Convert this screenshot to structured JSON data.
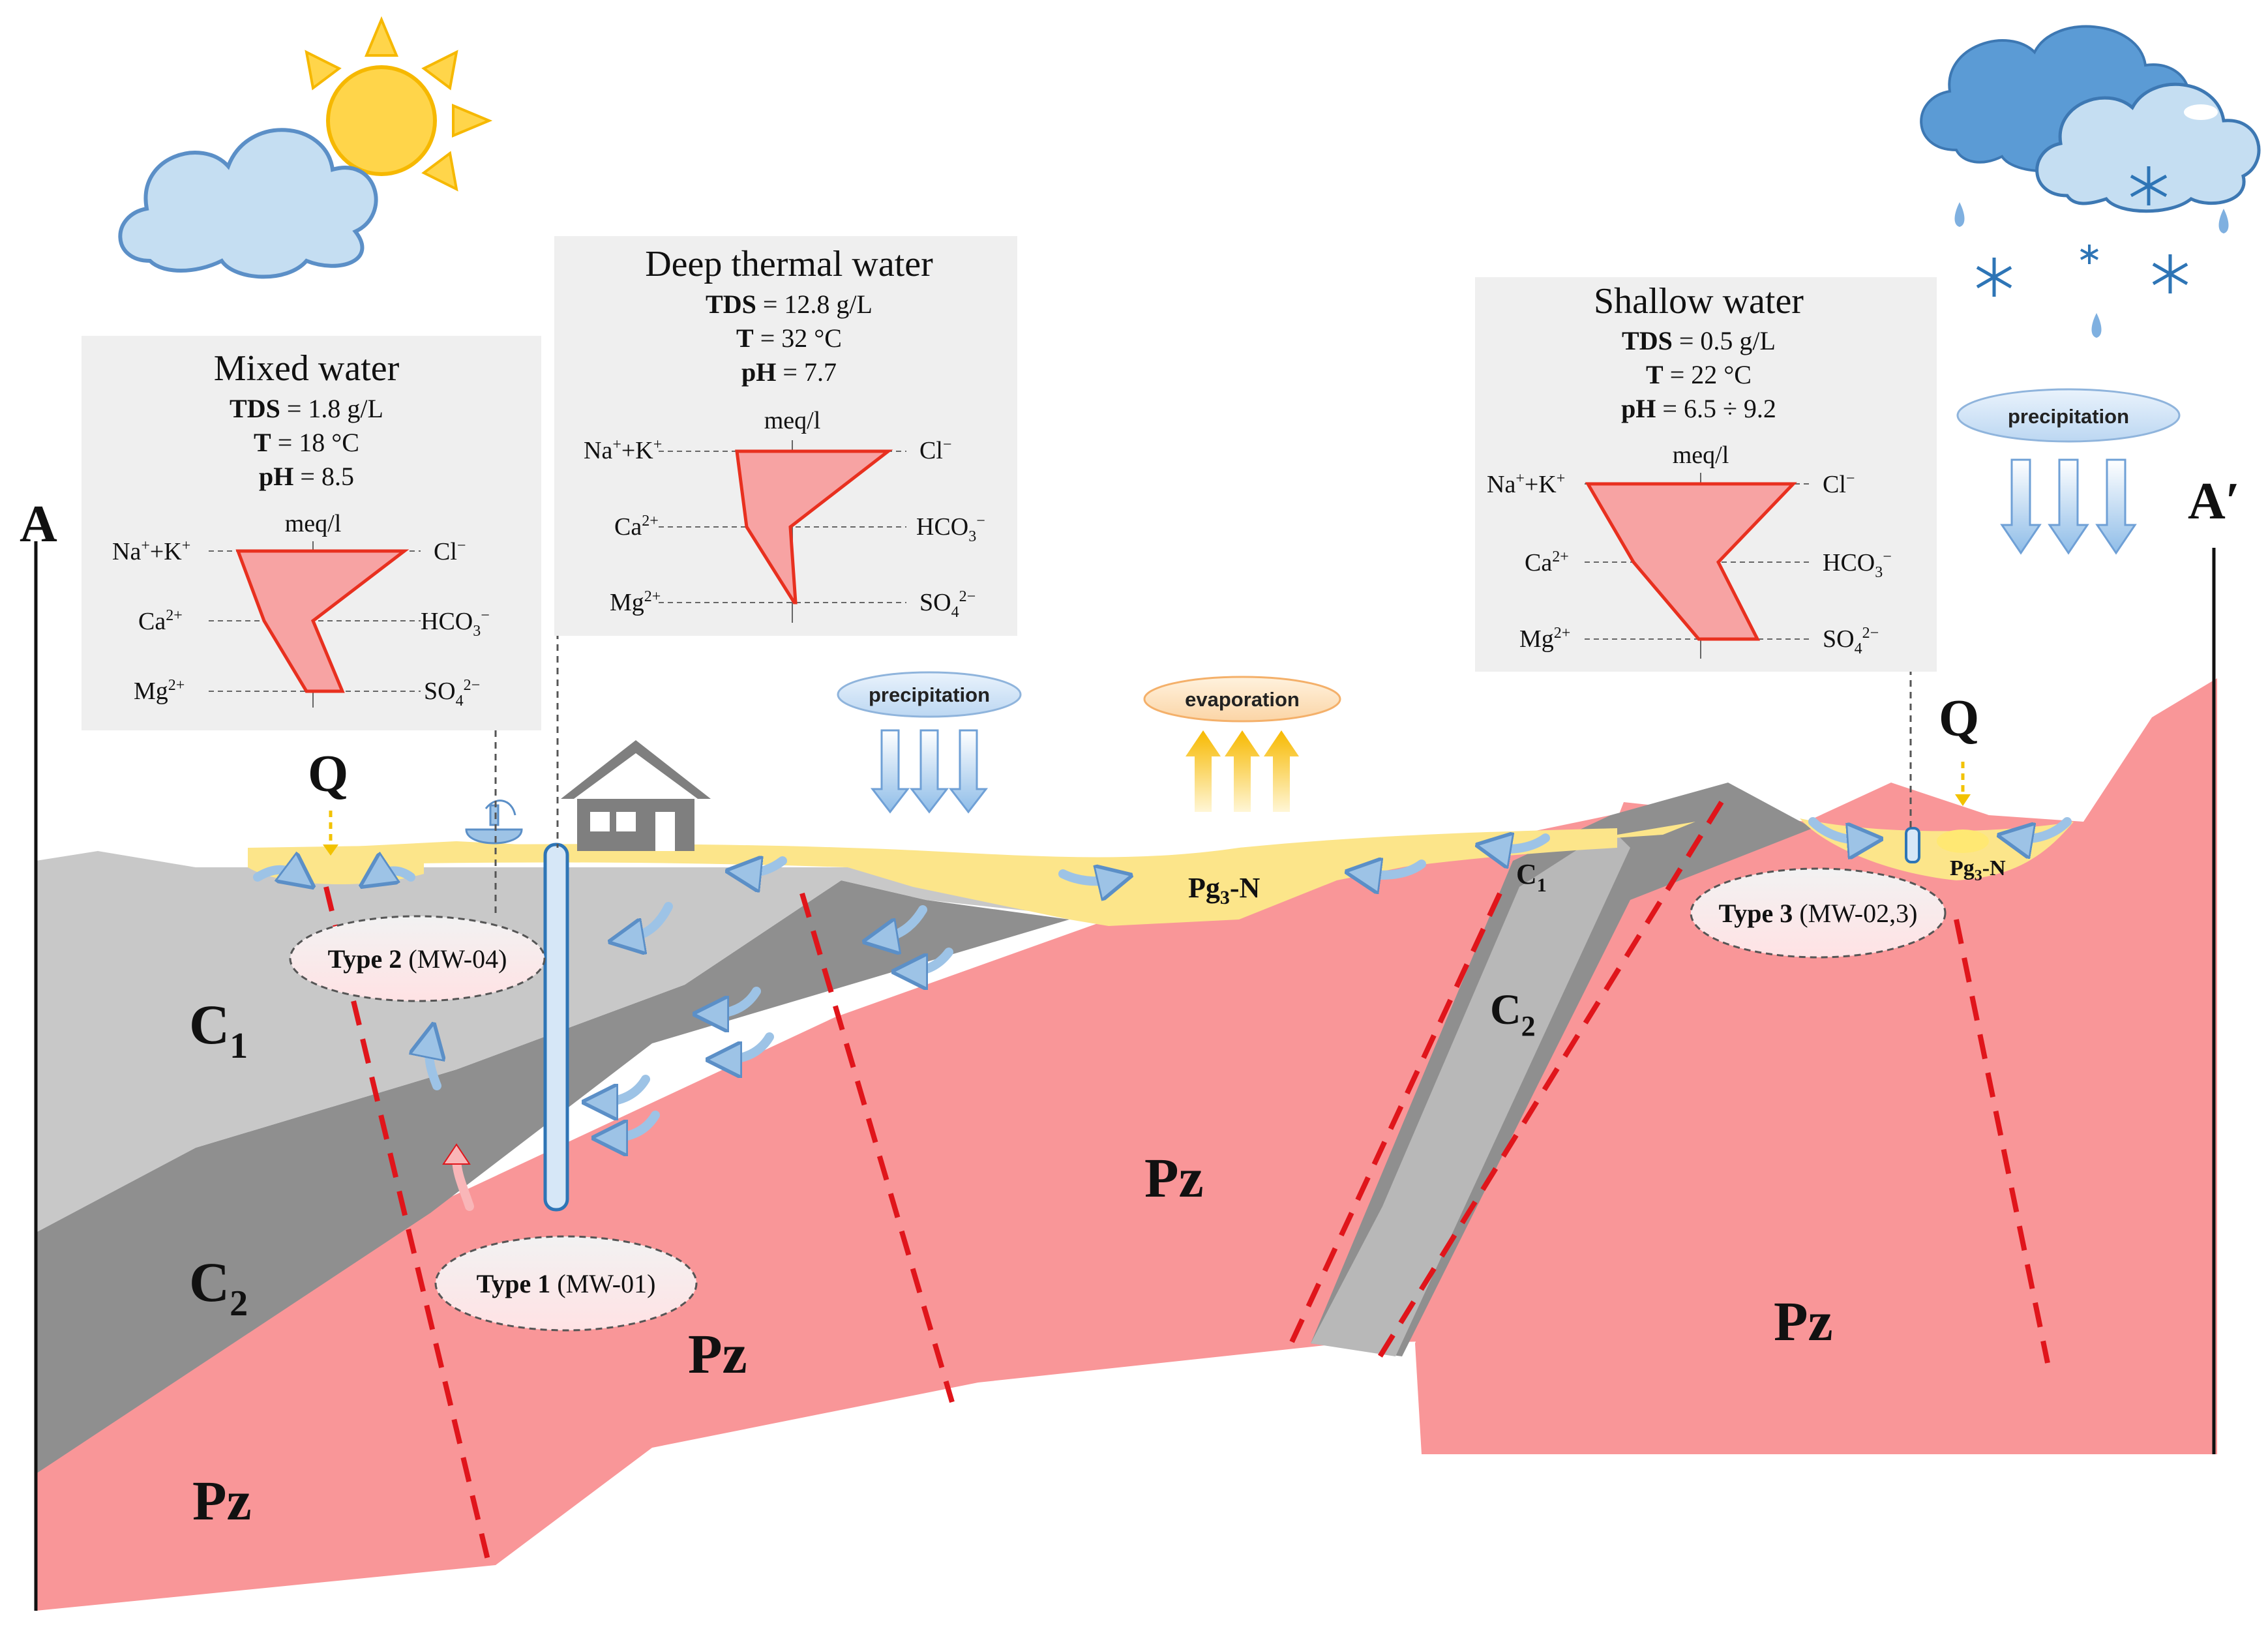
{
  "section": {
    "start_label": "A",
    "end_label": "A′"
  },
  "panels": {
    "mixed": {
      "title": "Mixed water",
      "tds_key": "TDS",
      "tds_value": " = 1.8 g/L",
      "t_key": "T",
      "t_value": " = 18 °C",
      "ph_key": "pH",
      "ph_value": " = 8.5"
    },
    "deep": {
      "title": "Deep thermal water",
      "tds_key": "TDS",
      "tds_value": " = 12.8 g/L",
      "t_key": "T",
      "t_value": " = 32 °C",
      "ph_key": "pH",
      "ph_value": " = 7.7"
    },
    "shallow": {
      "title": "Shallow water",
      "tds_key": "TDS",
      "tds_value": " = 0.5 g/L",
      "t_key": "T",
      "t_value": " = 22 °C",
      "ph_key": "pH",
      "ph_value": " = 6.5 ÷ 9.2"
    }
  },
  "stiff": {
    "unit": "meq/l",
    "cations": {
      "na_k": {
        "base": "Na",
        "sup1": "+",
        "mid": "+K",
        "sup2": "+"
      },
      "ca": {
        "base": "Ca",
        "sup": "2+"
      },
      "mg": {
        "base": "Mg",
        "sup": "2+"
      }
    },
    "anions": {
      "cl": {
        "base": "Cl",
        "sup": "−"
      },
      "hco3": {
        "base": "HCO",
        "sub": "3",
        "sup": "−"
      },
      "so4": {
        "base": "SO",
        "sub": "4",
        "sup": "2−"
      }
    },
    "fill_color": "#f7a3a3",
    "stroke_color": "#e8301f"
  },
  "processes": {
    "precipitation_left": "precipitation",
    "evaporation": "evaporation",
    "precipitation_right": "precipitation"
  },
  "discharge": {
    "left": "Q",
    "right": "Q"
  },
  "water_types": {
    "type1": {
      "key": "Type 1",
      "wells": " (MW-01)"
    },
    "type2": {
      "key": "Type 2",
      "wells": " (MW-04)"
    },
    "type3": {
      "key": "Type 3",
      "wells": " (MW-02,3)"
    }
  },
  "rock_units": {
    "c1_left": {
      "base": "C",
      "sub": "1"
    },
    "c2_left": {
      "base": "C",
      "sub": "2"
    },
    "pz_left": "Pz",
    "pz_center_left": "Pz",
    "pz_center": "Pz",
    "pz_right": "Pz",
    "c1_right": {
      "base": "C",
      "sub": "1"
    },
    "c2_right": {
      "base": "C",
      "sub": "2"
    },
    "pg_center": {
      "base": "Pg",
      "sub": "3",
      "rest": "-N"
    },
    "pg_right": {
      "base": "Pg",
      "sub": "3",
      "rest": "-N"
    }
  },
  "colors": {
    "pz": "#f99698",
    "c1": "#c8c8c8",
    "c2": "#8f8f8f",
    "pg": "#fce58a",
    "fault": "#e0151b",
    "flow_arrow": "#9dc3e6",
    "well": "#2e75b6",
    "panel_bg": "#efefef"
  },
  "icons": [
    "sun-icon",
    "cloud-icon",
    "storm-cloud-icon",
    "snowflake-icon",
    "raindrop-icon",
    "house-icon",
    "faucet-icon"
  ]
}
